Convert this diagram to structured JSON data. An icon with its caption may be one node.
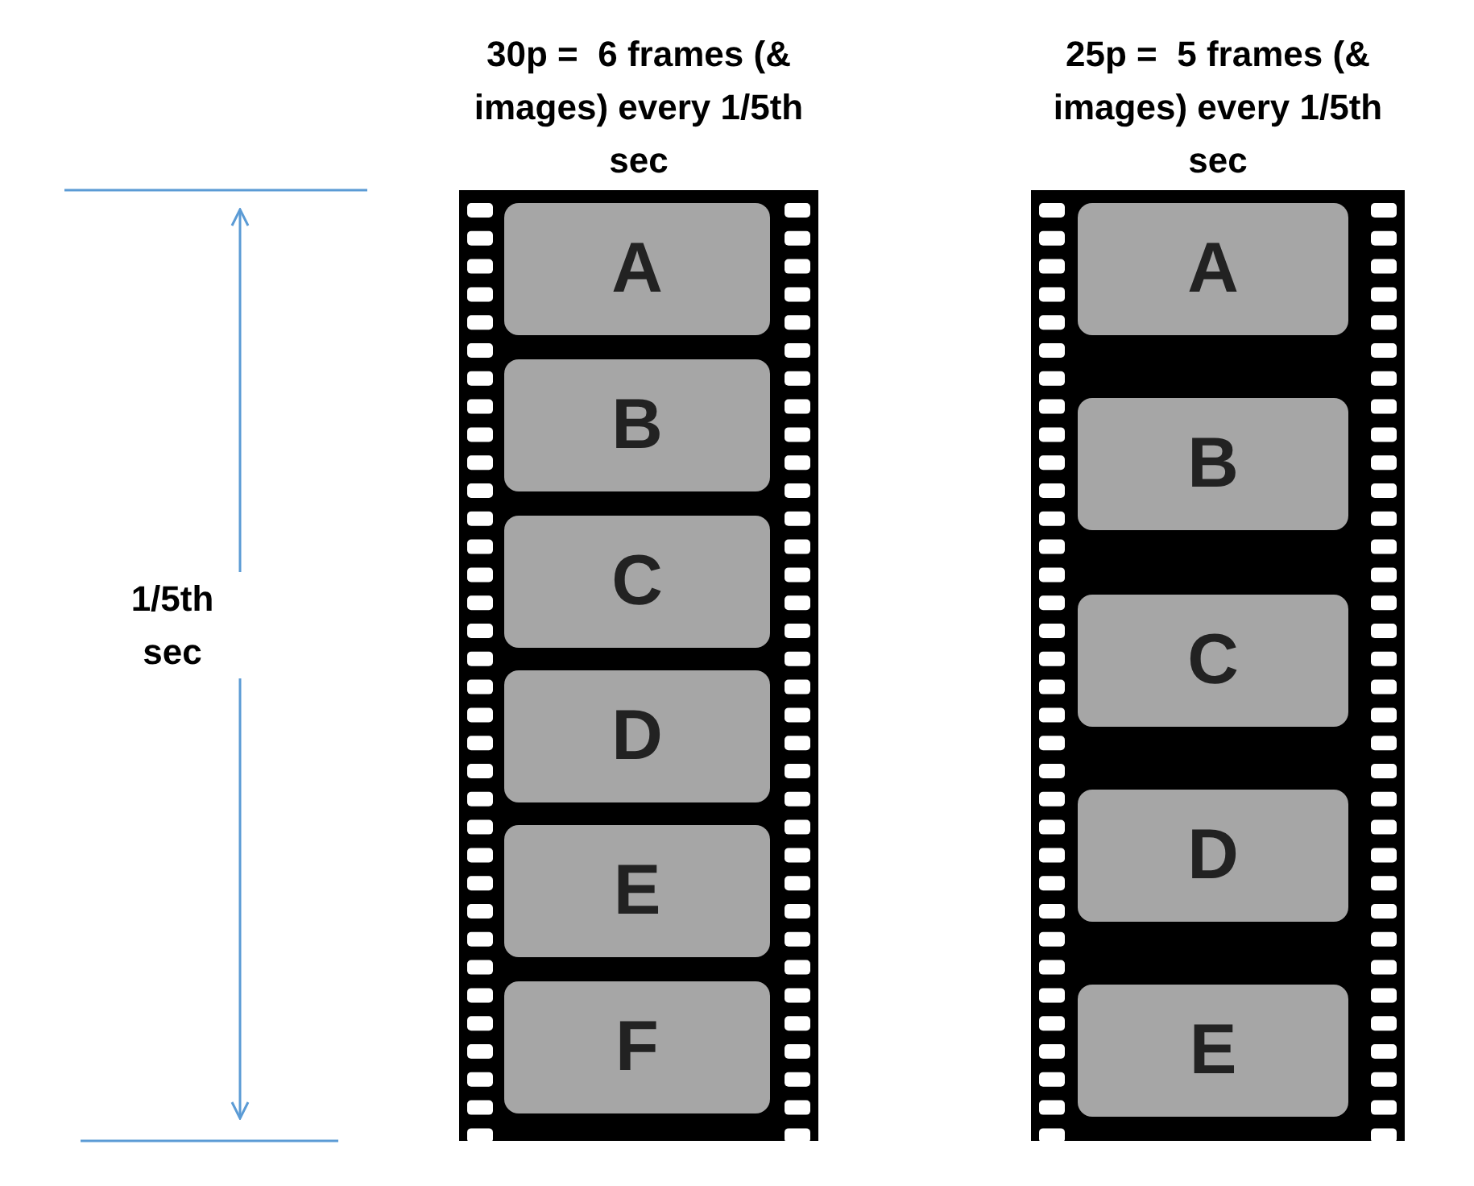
{
  "diagram": {
    "nodes": [
      {
        "text": [
          "30p =  6 frames (& images) every 1/5th sec"
        ]
      },
      {
        "text": [
          "A"
        ],
        "in": 0
      },
      {
        "text": [
          "B"
        ],
        "in": 0
      },
      {
        "text": [
          "C"
        ],
        "in": 0
      },
      {
        "text": [
          "D"
        ],
        "in": 0
      },
      {
        "text": [
          "E"
        ],
        "in": 0
      },
      {
        "text": [
          "F"
        ],
        "in": 0
      },
      {
        "text": [
          "25p =  5 frames (& images) every 1/5th sec"
        ]
      },
      {
        "text": [
          "A"
        ],
        "in": 7
      },
      {
        "text": [
          "B"
        ],
        "in": 7
      },
      {
        "text": [
          "C"
        ],
        "in": 7
      },
      {
        "text": [
          "D"
        ],
        "in": 7
      },
      {
        "text": [
          "E"
        ],
        "in": 7
      }
    ],
    "edges": [],
    "labels": [
      "1/5th sec"
    ]
  }
}
